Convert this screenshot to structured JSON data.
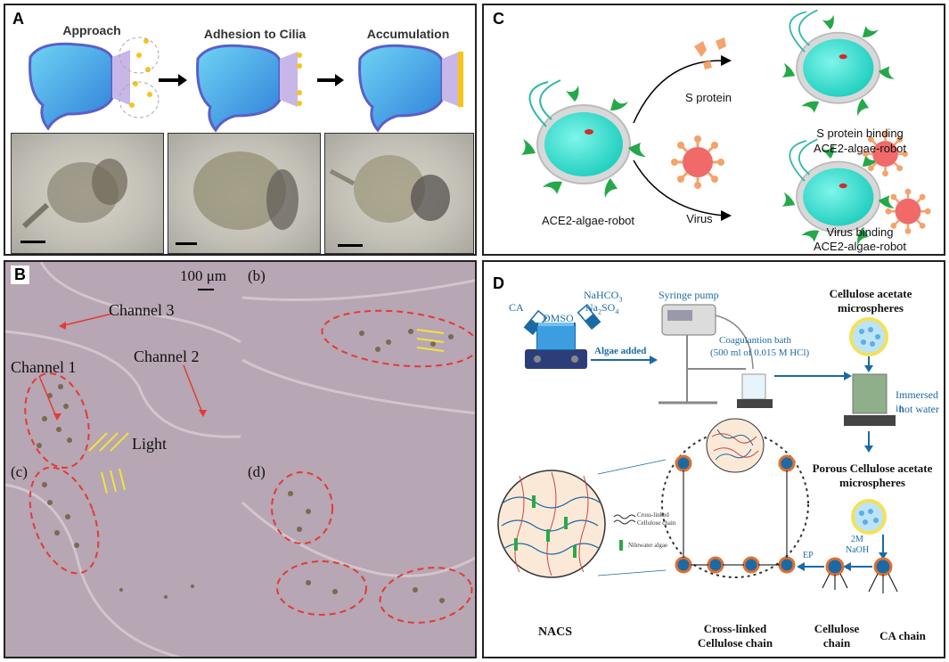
{
  "panels": {
    "a": {
      "label": "A",
      "stages": [
        "Approach",
        "Adhesion to Cilia",
        "Accumulation"
      ]
    },
    "b": {
      "label": "B",
      "scale_text": "100 μm",
      "sublabels": [
        "(b)",
        "(c)",
        "(d)"
      ],
      "channels": [
        "Channel 3",
        "Channel 2",
        "Channel 1"
      ],
      "light": "Light"
    },
    "c": {
      "label": "C",
      "robot": "ACE2-algae-robot",
      "s_protein": "S protein",
      "virus": "Virus",
      "s_binding_1": "S protein binding",
      "s_binding_2": "ACE2-algae-robot",
      "v_binding_1": "Virus binding",
      "v_binding_2": "ACE2-algae-robot"
    },
    "d": {
      "label": "D",
      "ca": "CA",
      "dmso": "DMSO",
      "nahco3": "NaHCO",
      "nahco3_sub": "3",
      "na2so4_a": "Na",
      "na2so4_sub1": "2",
      "na2so4_b": "SO",
      "na2so4_sub2": "4",
      "syringe": "Syringe pump",
      "coag_1": "Coagulantion bath",
      "coag_2": "(500 ml of 0.015 M HCl)",
      "algae_added": "Algae added",
      "ca_micro_1": "Cellulose acetate",
      "ca_micro_2": "microspheres",
      "immersed_1": "Immersed in",
      "immersed_2": "hot water",
      "porous_1": "Porous Cellulose acetate",
      "porous_2": "microspheres",
      "naoh_1": "2M",
      "naoh_2": "NaOH",
      "ep": "EP",
      "legend_1a": "Cross-linked",
      "legend_1b": "Cellulose chain",
      "legend_2": "Nilewater algae",
      "nacs": "NACS",
      "cross_1": "Cross-linked",
      "cross_2": "Cellulose chain",
      "cell_1": "Cellulose",
      "cell_2": "chain",
      "ca_chain": "CA chain"
    }
  },
  "colors": {
    "rotifer": "#3aa7e8",
    "rotifer_edge": "#5b5fc7",
    "algae_body": "#2ee0cf",
    "receptor": "#2aa84a",
    "virus": "#f06a6a",
    "spike": "#f4a36b",
    "micrograph": "#b8a7b4",
    "ellipse": "#e53935",
    "arrow_light": "#f2e43a",
    "diagram_blue": "#1b6aa5"
  }
}
